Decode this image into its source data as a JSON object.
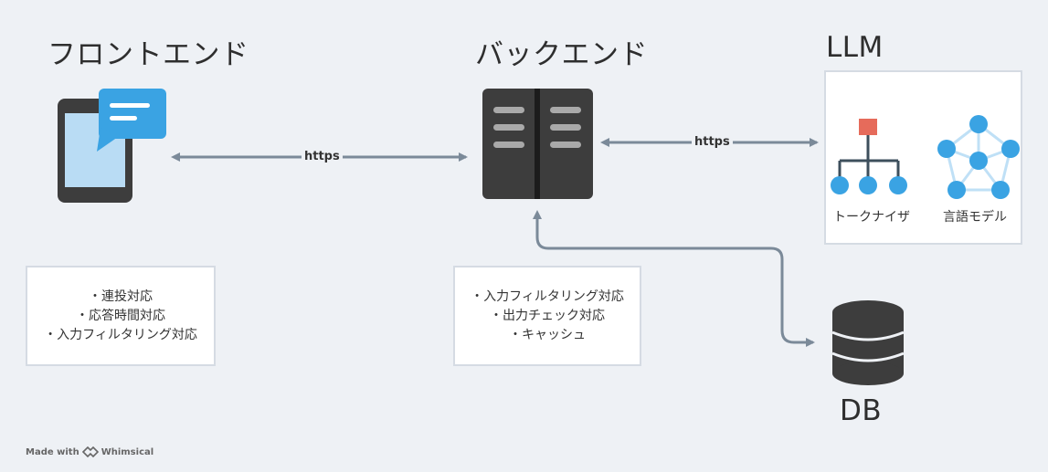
{
  "titles": {
    "frontend": "フロントエンド",
    "backend": "バックエンド",
    "llm": "LLM",
    "db": "DB"
  },
  "edges": {
    "front_back": "https",
    "back_llm": "https"
  },
  "notes": {
    "frontend": [
      "・連投対応",
      "・応答時間対応",
      "・入力フィルタリング対応"
    ],
    "backend": [
      "・入力フィルタリング対応",
      "・出力チェック対応",
      "・キャッシュ"
    ]
  },
  "llm_components": {
    "tokenizer": "トークナイザ",
    "language_model": "言語モデル"
  },
  "watermark": {
    "prefix": "Made with",
    "brand": "Whimsical"
  },
  "colors": {
    "background": "#eef1f5",
    "arrow": "#7b8a99",
    "icon_dark": "#3d3d3d",
    "phone_screen": "#b9dcf4",
    "chat_bubble": "#3aa3e3",
    "node_blue": "#3aa3e3",
    "node_red": "#e66b5b",
    "network_edge": "#bfe0f6"
  }
}
